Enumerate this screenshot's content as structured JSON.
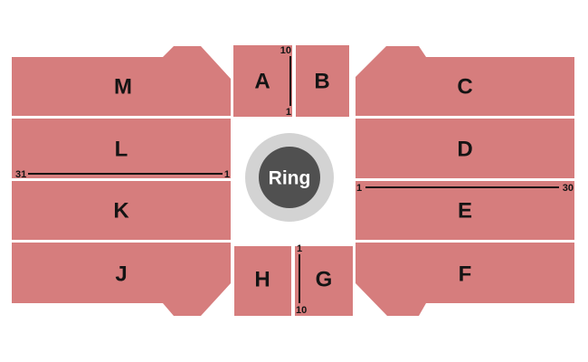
{
  "chart": {
    "type": "seating-map",
    "center_label": "Ring"
  },
  "colors": {
    "section_fill": "#d67d7d",
    "ring_outer": "#d3d3d3",
    "ring_inner": "#505050",
    "ring_text": "#ffffff",
    "label_text": "#141414",
    "background": "#ffffff"
  },
  "ring": {
    "label": "Ring"
  },
  "sections": [
    {
      "id": "M",
      "label": "M"
    },
    {
      "id": "L",
      "label": "L"
    },
    {
      "id": "K",
      "label": "K"
    },
    {
      "id": "J",
      "label": "J"
    },
    {
      "id": "A",
      "label": "A"
    },
    {
      "id": "B",
      "label": "B"
    },
    {
      "id": "H",
      "label": "H"
    },
    {
      "id": "G",
      "label": "G"
    },
    {
      "id": "C",
      "label": "C"
    },
    {
      "id": "D",
      "label": "D"
    },
    {
      "id": "E",
      "label": "E"
    },
    {
      "id": "F",
      "label": "F"
    }
  ],
  "row_markers": {
    "top": {
      "outer": "10",
      "inner": "1"
    },
    "bottom": {
      "inner": "1",
      "outer": "10"
    },
    "left": {
      "outer": "31",
      "inner": "1"
    },
    "right": {
      "inner": "1",
      "outer": "30"
    }
  }
}
